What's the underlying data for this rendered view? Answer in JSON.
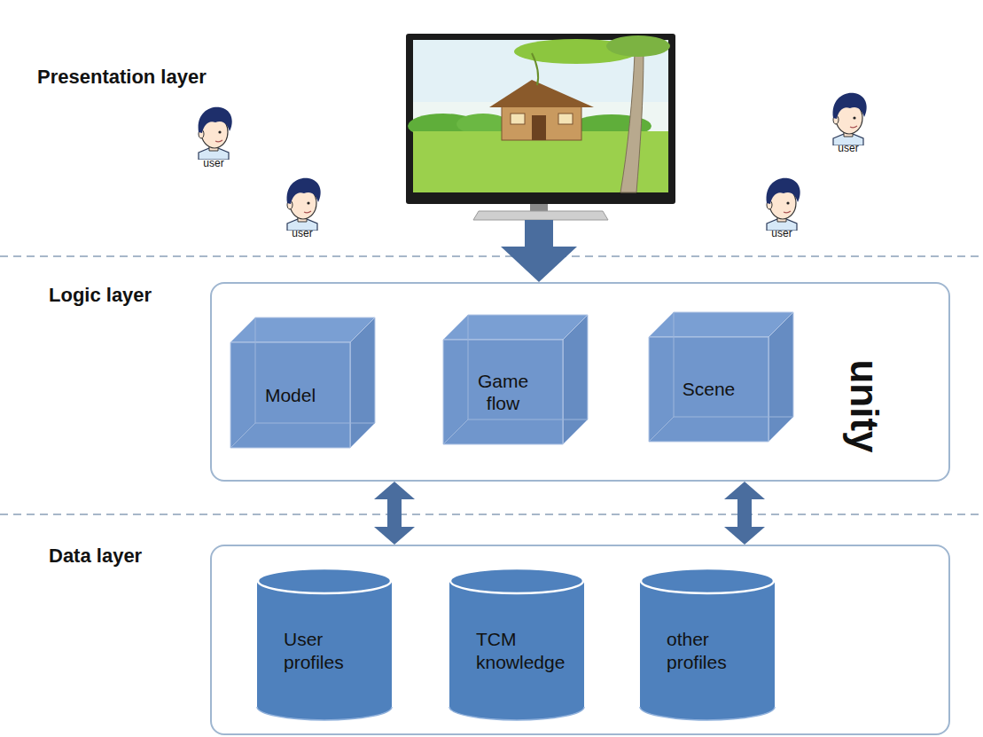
{
  "diagram": {
    "nodes": [
      {
        "text": [
          "Presentation layer"
        ]
      },
      {
        "text": [
          "Logic layer"
        ]
      },
      {
        "text": [
          "Model"
        ],
        "in": 1
      },
      {
        "text": [
          "Game flow"
        ],
        "in": 1
      },
      {
        "text": [
          "Scene"
        ],
        "in": 1
      },
      {
        "text": [
          "Data layer"
        ]
      },
      {
        "text": [
          "User profiles"
        ],
        "in": 5
      },
      {
        "text": [
          "TCM knowledge"
        ],
        "in": 5
      },
      {
        "text": [
          "other profiles"
        ],
        "in": 5
      }
    ],
    "edges": [
      {
        "from": 0,
        "to": 1,
        "arrow": "to"
      },
      {
        "from": 1,
        "to": 5,
        "arrow": "both"
      },
      {
        "from": 1,
        "to": 5,
        "arrow": "both"
      }
    ],
    "labels": [
      "user",
      "user",
      "user",
      "user",
      "unity"
    ]
  }
}
